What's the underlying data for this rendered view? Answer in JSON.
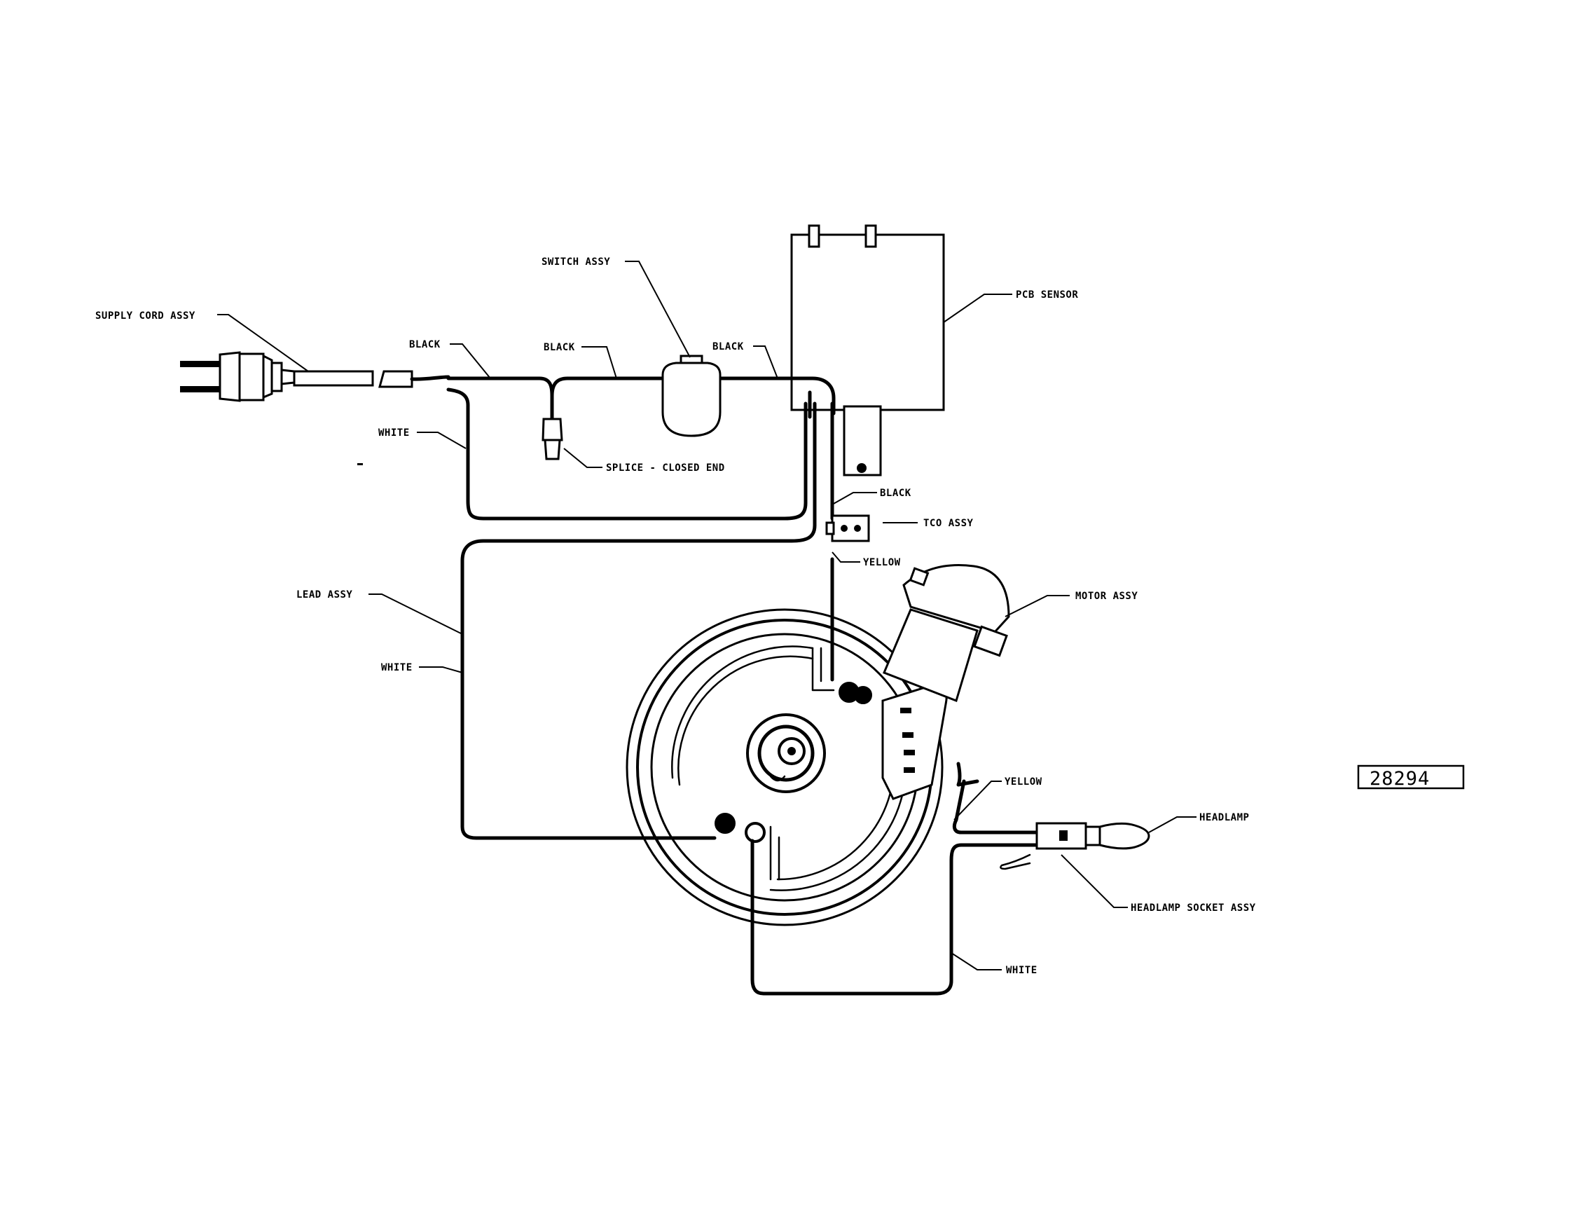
{
  "labels": {
    "supply_cord": "SUPPLY CORD ASSY",
    "black_1": "BLACK",
    "black_2": "BLACK",
    "switch": "SWITCH ASSY",
    "black_3": "BLACK",
    "pcb": "PCB SENSOR",
    "white_1": "WHITE",
    "splice": "SPLICE - CLOSED END",
    "black_4": "BLACK",
    "tco": "TCO ASSY",
    "yellow_1": "YELLOW",
    "lead": "LEAD ASSY",
    "motor": "MOTOR ASSY",
    "white_2": "WHITE",
    "yellow_2": "YELLOW",
    "headlamp": "HEADLAMP",
    "headlamp_socket": "HEADLAMP SOCKET ASSY",
    "white_3": "WHITE"
  },
  "drawing_number": "28294"
}
